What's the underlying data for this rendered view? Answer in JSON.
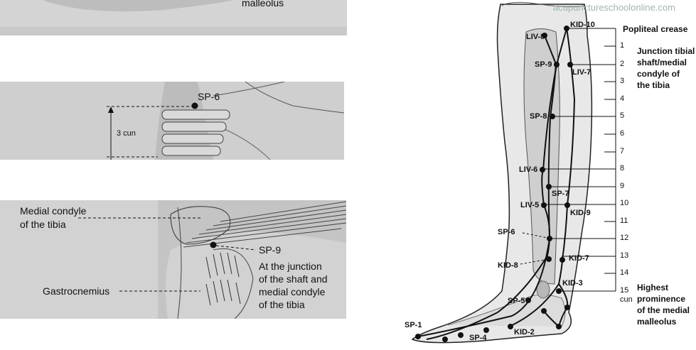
{
  "panel1": {
    "caption": "malleolus"
  },
  "panel2": {
    "point": "SP-6",
    "measure": "3 cun"
  },
  "panel3": {
    "condyle_label": [
      "Medial condyle",
      "of the tibia"
    ],
    "muscle_label": "Gastrocnemius",
    "point": "SP-9",
    "note": [
      "At the junction",
      "of the shaft and",
      "medial condyle",
      "of the tibia"
    ]
  },
  "leg": {
    "watermark": "acupunctureschoolonline.com",
    "points": {
      "kid10": "KID-10",
      "liv8": "LIV-8",
      "sp9": "SP-9",
      "liv7": "LIV-7",
      "sp8": "SP-8",
      "liv6": "LIV-6",
      "sp7": "SP-7",
      "liv5": "LIV-5",
      "kid9": "KID-9",
      "sp6": "SP-6",
      "kid7": "KID-7",
      "kid8": "KID-8",
      "kid3": "KID-3",
      "sp5": "SP-5",
      "sp1": "SP-1",
      "sp4": "SP-4",
      "kid2": "KID-2"
    },
    "scale": [
      "1",
      "2",
      "3",
      "4",
      "5",
      "6",
      "7",
      "8",
      "9",
      "10",
      "11",
      "12",
      "13",
      "14",
      "15"
    ],
    "scale_unit": "cun",
    "popliteal": "Popliteal crease",
    "junction": [
      "Junction tibial",
      "shaft/medial",
      "condyle of",
      "the tibia"
    ],
    "malleolus": [
      "Highest",
      "prominence",
      "of the medial",
      "malleolus"
    ]
  }
}
